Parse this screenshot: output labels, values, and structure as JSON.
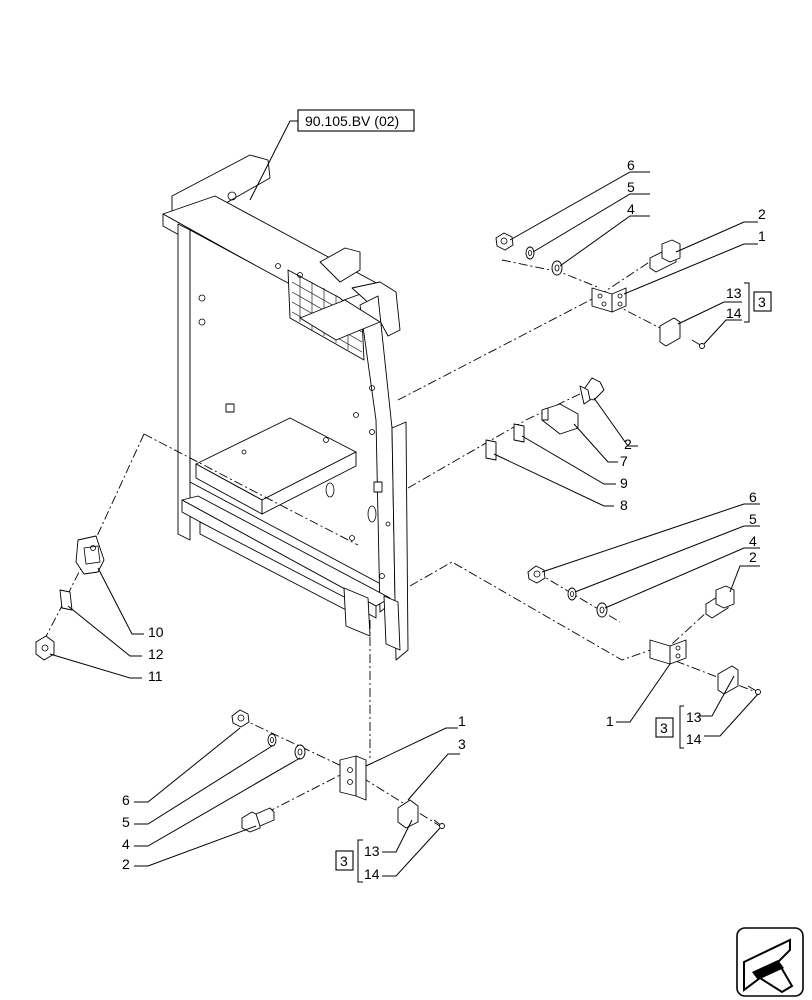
{
  "reference": "90.105.BV (02)",
  "callouts": {
    "top_right": {
      "nut": "6",
      "lock_washer": "5",
      "flat_washer": "4",
      "bolt": "2",
      "bracket": "1",
      "clip": "13",
      "screw": "14",
      "kit": "3"
    },
    "middle_right": {
      "bolt": "2",
      "bracket": "7",
      "shim": "9",
      "plate": "8"
    },
    "lower_right": {
      "nut": "6",
      "lock_washer": "5",
      "flat_washer": "4",
      "bolt": "2",
      "bracket": "1",
      "clip": "13",
      "screw": "14",
      "kit": "3"
    },
    "left": {
      "clip": "10",
      "plate": "12",
      "bolt": "11"
    },
    "bottom": {
      "nut": "6",
      "lock_washer": "5",
      "flat_washer": "4",
      "bolt": "2",
      "bracket": "1",
      "clip": "3",
      "screw_13": "13",
      "screw_14": "14",
      "kit": "3"
    }
  },
  "icons": {
    "view_direction": "arrow-icon"
  }
}
